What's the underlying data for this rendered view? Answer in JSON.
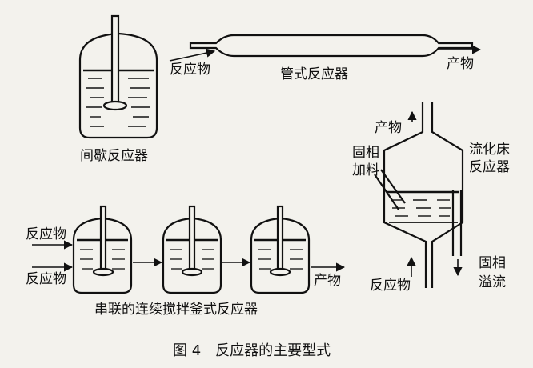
{
  "labels": {
    "batch_reactor": "间歇反应器",
    "tubular_reactor": "管式反应器",
    "tubular_reactant": "反应物",
    "tubular_product": "产物",
    "fluid_product": "产物",
    "solid_feed_line1": "固相",
    "solid_feed_line2": "加料",
    "fluidized_bed_line1": "流化床",
    "fluidized_bed_line2": "反应器",
    "fluid_reactant": "反应物",
    "solid_overflow_line1": "固相",
    "solid_overflow_line2": "溢流",
    "cstr_reactant_1": "反应物",
    "cstr_reactant_2": "反应物",
    "cstr_product": "产物",
    "cstr_series": "串联的连续搅拌釜式反应器",
    "caption": "图 4　反应器的主要型式"
  }
}
